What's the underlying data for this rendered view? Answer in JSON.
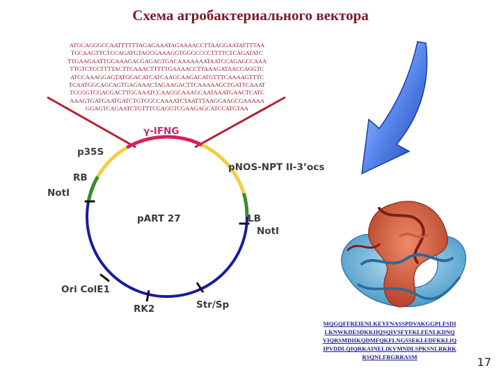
{
  "title": "Схема агробактериального вектора",
  "sequence_lines": [
    "ATGCAGGGCCAATTTTTTAGAGAAATAGAAAACCTTAAGGAATATTTTAA",
    "TGCAAGTTCTCCAGATGTAGCGAAAGGTGGGCCCCTTTTCTCAGATATC",
    "TTGAAGAATTGGAAAGACGAGAGTGACAAAAAAATAATCCAGAGCCAAA",
    "TTGTCTCCTTTTACTTCAAACTTTTTGAAAACCTTAAAGATAACCAGGTC",
    "ATCCAAAGGAGTATGGACATCATCAAGCAAGACATGTTTCAAAAGTTTC",
    "TCAATGGCAGCAGTGAGAAACTAGAAGACTTCAAAAAGCTGATTCAAAT",
    "TCCGGTCGACGACTTGCAAATCCAACGCAAAGCAATAAATGAACTCATC",
    "AAAGTGATGAATGATCTGTCGCCAAAATCTAATTTAAGGAAGCGAAAAA",
    "GGAGTCAGAATCTGTTTCGAGGTCGAAGAGCATCCATGTAA"
  ],
  "labels": {
    "gene": "γ-IFNG",
    "promoter": "p35S",
    "rb": "RB",
    "notI_left": "NotI",
    "terminator": "pNOS-NPT II-3’ocs",
    "lb": "LB",
    "notI_right": "NotI",
    "plasmid": "pART 27",
    "ori": "Ori ColE1",
    "rk2": "RK2",
    "strsp": "Str/Sp"
  },
  "protein_lines": [
    "MQGQFFREIENLKEYFNASSPDVAKGGPLFSDI",
    "LKNWKDESDKKIIQSQIVSFYFKLFENLKDNQ",
    "VIQRSMDIIKQDMFQKFLNGSSEKLEDFKKLIQ",
    "IPVDDLQIQRKAINELIKVMNDLSPKSNLRKRK",
    "RSQNLFRGRRASM"
  ],
  "page_number": "17",
  "colors": {
    "title": "#7a1a2a",
    "sequence": "#8b1a2a",
    "ring_blue": "#1a1aa0",
    "gene_segment": "#d81e5b",
    "promoter_segment": "#f0d040",
    "rb_segment": "#3a8a2a",
    "arrow_blue": "#2a5ad8",
    "protein_text": "#1a1a8a"
  }
}
